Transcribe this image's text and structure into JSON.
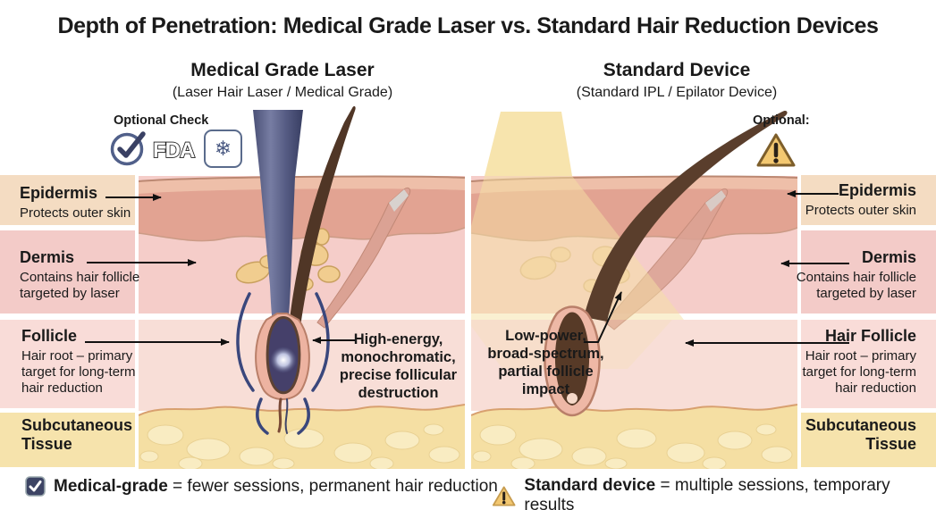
{
  "title": "Depth of Penetration: Medical Grade Laser vs. Standard Hair Reduction Devices",
  "panels": {
    "left": {
      "heading": "Medical Grade Laser",
      "subheading": "(Laser Hair Laser / Medical Grade)",
      "optional_label": "Optional Check",
      "fda_label": "FDA",
      "annotation": "High-energy,\nmonochromatic,\nprecise follicular\ndestruction"
    },
    "right": {
      "heading": "Standard Device",
      "subheading": "(Standard IPL / Epilator Device)",
      "optional_label": "Optional:",
      "annotation": "Low-power,\nbroad-spectrum,\npartial follicle\nimpact"
    }
  },
  "layers": {
    "left": [
      {
        "name": "Epidermis",
        "desc": "Protects outer skin"
      },
      {
        "name": "Dermis",
        "desc": "Contains hair follicle\ntargeted by laser"
      },
      {
        "name": "Follicle",
        "desc": "Hair root – primary\ntarget for long-term\nhair reduction"
      },
      {
        "name": "Subcutaneous\nTissue",
        "desc": ""
      }
    ],
    "right": [
      {
        "name": "Epidermis",
        "desc": "Protects outer skin"
      },
      {
        "name": "Dermis",
        "desc": "Contains hair follicle\ntargeted by laser"
      },
      {
        "name": "Hair Follicle",
        "desc": "Hair root – primary\ntarget for long-term\nhair reduction"
      },
      {
        "name": "Subcutaneous\nTissue",
        "desc": ""
      }
    ]
  },
  "legend": {
    "medical": {
      "term": "Medical-grade",
      "text": " = fewer sessions, permanent hair reduction"
    },
    "standard": {
      "term": "Standard device",
      "text": " = multiple sessions, temporary results"
    }
  },
  "icons": [
    "check-circle-icon",
    "fda-logo",
    "snowflake-icon",
    "warning-triangle-icon",
    "checkbox-checked-icon"
  ],
  "colors": {
    "text": "#1a1a1a",
    "epidermis_band": "#f4dcc2",
    "dermis_band": "#f3cbc8",
    "follicle_band": "#f9dcd8",
    "subcutaneous_band": "#f6e3ac",
    "skin_surface": "#e2a392",
    "dermis_fill": "#f5cdc9",
    "follicle_zone_fill": "#f8ded7",
    "subcutaneous_fill": "#f5dfa3",
    "laser_device": "#3f4569",
    "ipl_beam": "#f6e1a4",
    "hair": "#503626",
    "warning": "#f3c871",
    "check": "#3d4464"
  }
}
